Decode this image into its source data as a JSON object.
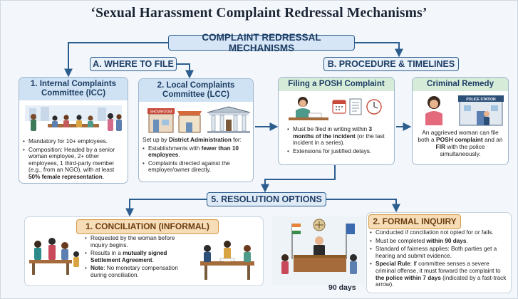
{
  "title": "‘Sexual Harassment  Complaint Redressal Mechanisms’",
  "main_header": "COMPLAINT REDRESSAL MECHANISMS",
  "section_a": {
    "label": "A. WHERE TO FILE",
    "icc": {
      "title": "1. Internal Complaints Committee (ICC)",
      "bullets": [
        {
          "pre": "Mandatory for 10+ employees.",
          "bold": "",
          "post": ""
        },
        {
          "pre": "Composition: Headed by a senior woman employee, 2+ other employees, 1 third-party member (e.g., from an NGO), with at least ",
          "bold": "50% female representation",
          "post": "."
        }
      ]
    },
    "lcc": {
      "title": "2. Local Complaints Committee (LCC)",
      "intro_pre": "Set up by ",
      "intro_bold": "District Administration",
      "intro_post": " for:",
      "bullets": [
        {
          "pre": "Establishments with ",
          "bold": "fewer than 10 employees",
          "post": "."
        },
        {
          "pre": "Complaints directed against the employer/owner directly.",
          "bold": "",
          "post": ""
        }
      ],
      "shop_sign": "SHOWROOM"
    }
  },
  "section_b": {
    "label": "B. PROCEDURE & TIMELINES",
    "filing": {
      "title": "Filing a POSH Complaint",
      "bullets": [
        {
          "pre": "Must be filed in writing within ",
          "bold": "3 months of the incident",
          "post": " (or the last incident in a series)."
        },
        {
          "pre": "Extensions for justified delays.",
          "bold": "",
          "post": ""
        }
      ]
    },
    "criminal": {
      "title": "Criminal Remedy",
      "text_pre": "An aggrieved woman can file both a ",
      "text_bold1": "POSH complaint",
      "text_mid": " and an ",
      "text_bold2": "FIR",
      "text_post": " with the police simultaneously.",
      "station_sign": "POLICE STATION"
    }
  },
  "resolution": {
    "label": "5. RESOLUTION OPTIONS",
    "conciliation": {
      "title": "1. CONCILIATION (INFORMAL)",
      "bullets": [
        {
          "pre": "Requested by the woman before inquiry begins.",
          "bold": "",
          "post": ""
        },
        {
          "pre": "Results in a ",
          "bold": "mutually signed Settlement Agreement",
          "post": "."
        },
        {
          "pre": "",
          "bold": "Note",
          "post": ": No monetary compensation during conciliation."
        }
      ]
    },
    "formal": {
      "title": "2. FORMAL INQUIRY",
      "bullets": [
        {
          "pre": "Conducted if conciliation not opted for or fails.",
          "bold": "",
          "post": ""
        },
        {
          "pre": "Must be completed ",
          "bold": "within 90 days",
          "post": "."
        },
        {
          "pre": "Standard of fairness applies: Both parties get a hearing and submit evidence.",
          "bold": "",
          "post": ""
        },
        {
          "pre": "",
          "bold": "Special Rule",
          "post": ": If committee senses a severe criminal offense, it must forward the complaint to "
        },
        {
          "pre": "",
          "bold": "the police within 7 days",
          "post": " (indicated by a fast-track arrow)."
        }
      ],
      "days_label": "90 days"
    }
  },
  "colors": {
    "accent_blue": "#2c5d8f",
    "header_blue": "#cfe2f4",
    "header_green": "#d6ecd9",
    "header_orange": "#f6dcb7",
    "background": "#f3f7fb"
  },
  "icons": [
    "calendar-icon",
    "document-icon",
    "clock-icon",
    "police-station-icon",
    "shop-icon",
    "court-icon",
    "scales-emblem-icon"
  ]
}
